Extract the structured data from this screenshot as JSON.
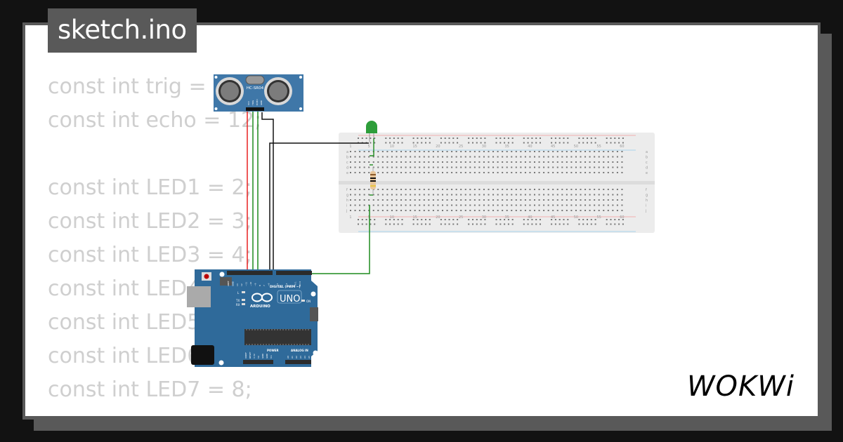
{
  "tab": {
    "title": "sketch.ino"
  },
  "code_lines": [
    "const int trig = 13;",
    "const int echo = 12;",
    "",
    "const int LED1 = 2;",
    "const int LED2 = 3;",
    "const int LED3 = 4;",
    "const int LED4 = 5;",
    "const int LED5 = 6;",
    "const int LED6 = 7;",
    "const int LED7 = 8;"
  ],
  "brand": {
    "logo": "WOKWi"
  },
  "components": {
    "sensor": {
      "model": "HC-SR04",
      "pins": [
        "VCC",
        "TRIG",
        "ECHO",
        "GND"
      ]
    },
    "arduino": {
      "brand": "ARDUINO",
      "model": "UNO",
      "digital_label": "DIGITAL (PWM ~)",
      "power_label": "POWER",
      "analog_label": "ANALOG IN",
      "on_label": "ON",
      "l_label": "L",
      "tx_label": "TX",
      "rx_label": "RX",
      "digital_pins": [
        "AREF",
        "GND",
        "13",
        "12",
        "~11",
        "~10",
        "~9",
        "8",
        "7",
        "~6",
        "~5",
        "4",
        "~3",
        "2",
        "TX 1",
        "RX 0"
      ],
      "power_pins": [
        "IOREF",
        "RESET",
        "3.3V",
        "5V",
        "GND",
        "GND",
        "Vin"
      ],
      "analog_pins": [
        "A0",
        "A1",
        "A2",
        "A3",
        "A4",
        "A5"
      ]
    },
    "breadboard": {
      "column_numbers": [
        "1",
        "5",
        "10",
        "15",
        "20",
        "25",
        "30",
        "35",
        "40",
        "45",
        "50",
        "55",
        "60"
      ],
      "rows_top": [
        "a",
        "b",
        "c",
        "d",
        "e"
      ],
      "rows_bottom": [
        "f",
        "g",
        "h",
        "i",
        "j"
      ]
    },
    "led": {
      "color": "#2e9e3a"
    },
    "resistor": {
      "bands": [
        "#8b5a2b",
        "#111111",
        "#111111",
        "#e8c542"
      ]
    }
  },
  "colors": {
    "background": "#121212",
    "frame": "#595959",
    "code_text": "#cfcfcf",
    "wire_red": "#e82020",
    "wire_green": "#1e8c1e",
    "wire_black": "#111111",
    "board_blue": "#2f6a9a"
  }
}
